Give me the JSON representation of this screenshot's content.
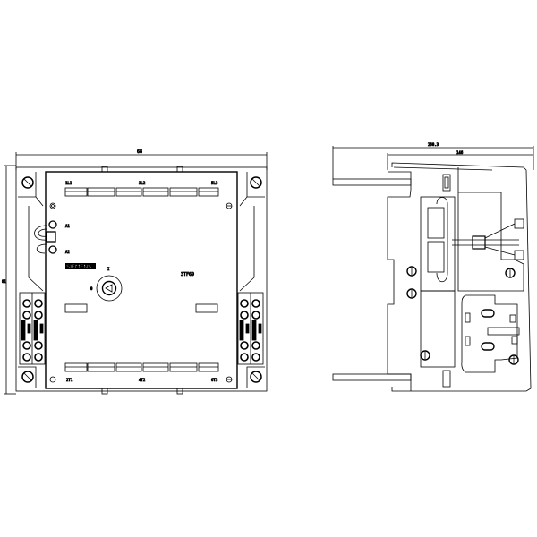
{
  "front_view": {
    "dimension_width": "68",
    "dimension_height": "81",
    "terminals_top": [
      "1L1",
      "3L2",
      "5L3"
    ],
    "terminals_bottom": [
      "2T1",
      "4T2",
      "6T3"
    ],
    "coil_terminals": [
      "A1",
      "A2"
    ],
    "brand": "SIEMENS",
    "model": "3TF69",
    "switch_on": "I",
    "switch_off": "0"
  },
  "side_view": {
    "dimension_total": "260.3",
    "dimension_depth": "146"
  },
  "colors": {
    "line": "#000000",
    "background": "#ffffff"
  }
}
